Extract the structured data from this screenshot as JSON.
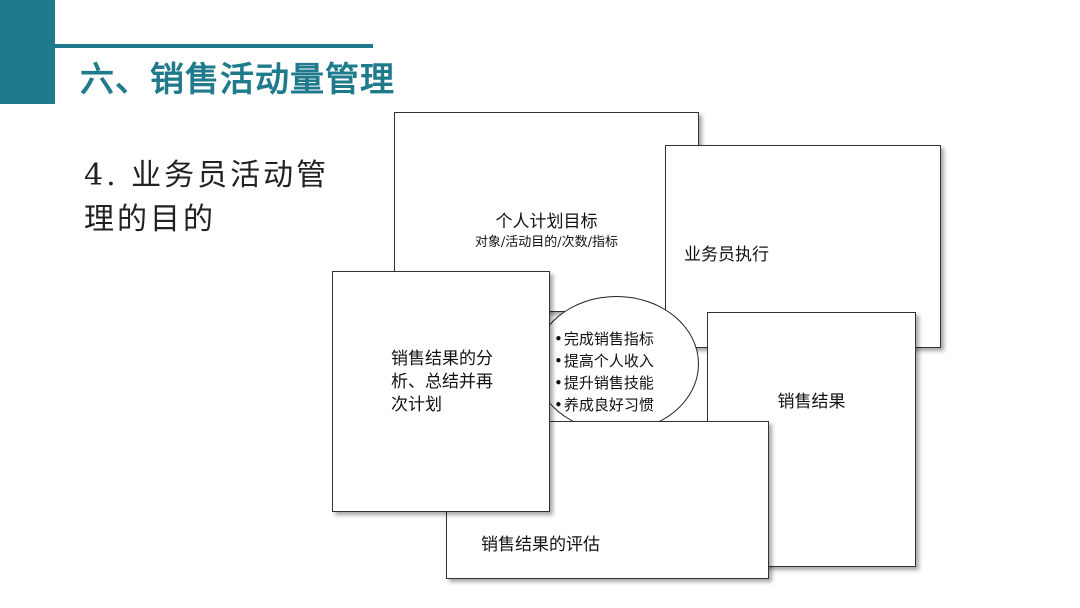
{
  "header": {
    "title": "六、销售活动量管理"
  },
  "subtitle": "4. 业务员活动管理的目的",
  "cards": {
    "plan": {
      "title": "个人计划目标",
      "subtitle": "对象/活动目的/次数/指标"
    },
    "execution": {
      "label": "业务员执行"
    },
    "result": {
      "label": "销售结果"
    },
    "evaluation": {
      "label": "销售结果的评估"
    },
    "analysis": {
      "label": "销售结果的分析、总结并再次计划"
    }
  },
  "goals": [
    "完成销售指标",
    "提高个人收入",
    "提升销售技能",
    "养成良好习惯"
  ],
  "colors": {
    "accent": "#1f7a8c"
  }
}
